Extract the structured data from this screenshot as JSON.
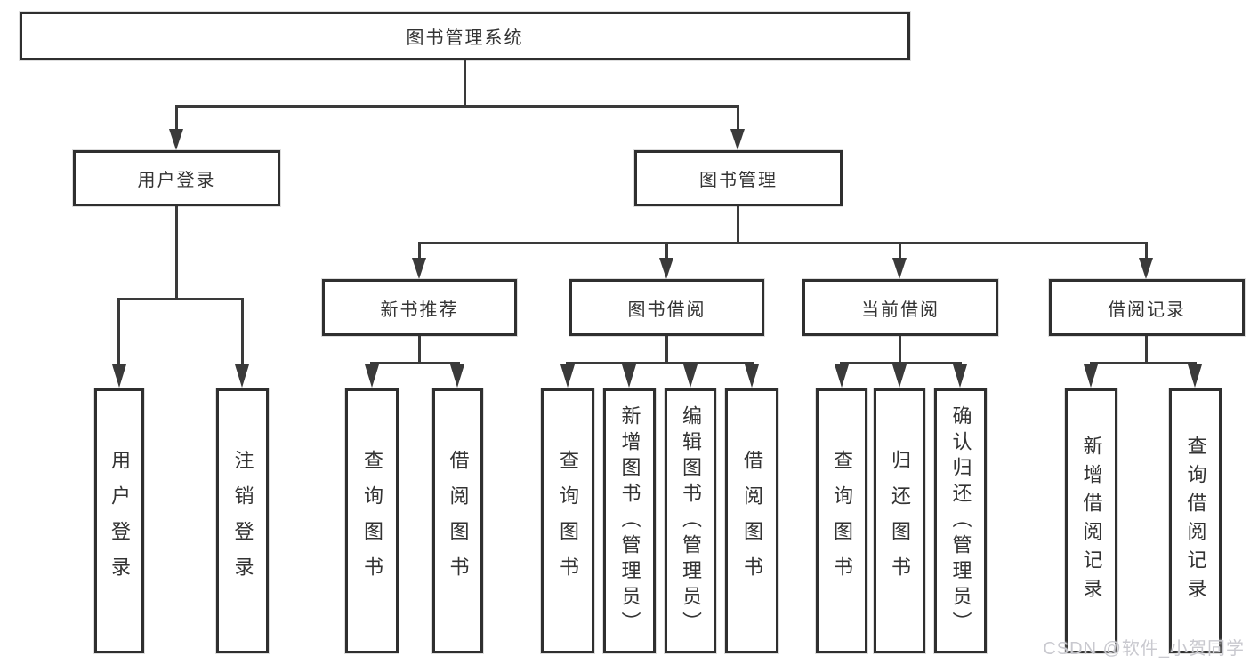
{
  "diagram": {
    "nodes": {
      "root": {
        "label": "图书管理系统"
      },
      "level2": [
        {
          "id": "user-login",
          "label": "用户登录"
        },
        {
          "id": "book-management",
          "label": "图书管理"
        }
      ],
      "level3": [
        {
          "id": "new-book-recommend",
          "label": "新书推荐",
          "parent": "book-management"
        },
        {
          "id": "book-borrow",
          "label": "图书借阅",
          "parent": "book-management"
        },
        {
          "id": "current-borrow",
          "label": "当前借阅",
          "parent": "book-management"
        },
        {
          "id": "borrow-records",
          "label": "借阅记录",
          "parent": "book-management"
        }
      ],
      "leaves": [
        {
          "id": "user-login-leaf",
          "label": "用户登录",
          "parent": "user-login"
        },
        {
          "id": "logout",
          "label": "注销登录",
          "parent": "user-login"
        },
        {
          "id": "recommend-query-books",
          "label": "查询图书",
          "parent": "new-book-recommend"
        },
        {
          "id": "recommend-borrow-books",
          "label": "借阅图书",
          "parent": "new-book-recommend"
        },
        {
          "id": "borrow-query-books",
          "label": "查询图书",
          "parent": "book-borrow"
        },
        {
          "id": "borrow-add-books-admin",
          "label": "新增图书（管理员）",
          "parent": "book-borrow"
        },
        {
          "id": "borrow-edit-books-admin",
          "label": "编辑图书（管理员）",
          "parent": "book-borrow"
        },
        {
          "id": "borrow-borrow-books",
          "label": "借阅图书",
          "parent": "book-borrow"
        },
        {
          "id": "current-query-books",
          "label": "查询图书",
          "parent": "current-borrow"
        },
        {
          "id": "current-return-books",
          "label": "归还图书",
          "parent": "current-borrow"
        },
        {
          "id": "current-confirm-return-admin",
          "label": "确认归还（管理员）",
          "parent": "current-borrow"
        },
        {
          "id": "records-add-record",
          "label": "新增借阅记录",
          "parent": "borrow-records"
        },
        {
          "id": "records-query-record",
          "label": "查询借阅记录",
          "parent": "borrow-records"
        }
      ]
    },
    "watermark": "CSDN @软件_小贺同学",
    "colors": {
      "line": "#3a3a3a",
      "box_border": "#2f2f2f",
      "text": "#333333",
      "background": "#ffffff",
      "watermark": "#c9c9cf"
    }
  }
}
